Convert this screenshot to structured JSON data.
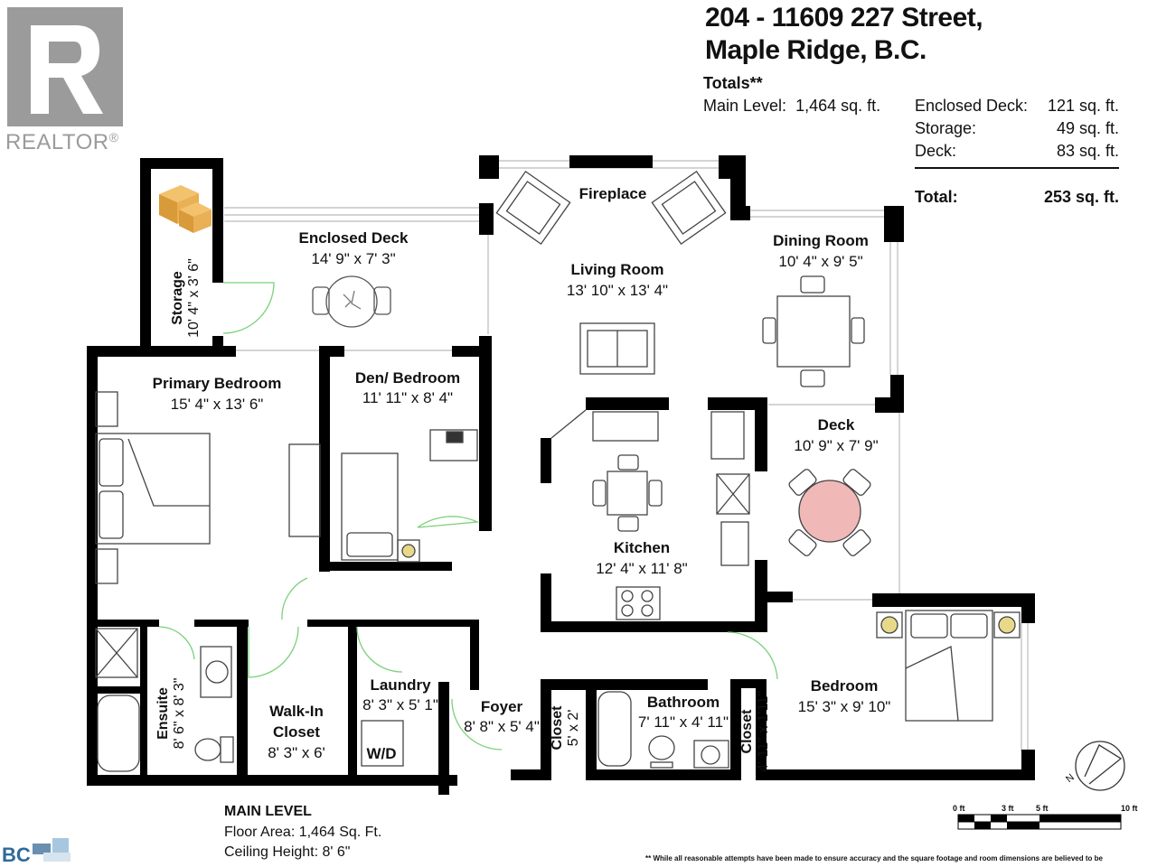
{
  "brand": {
    "realtor_logo_text": "REALTOR",
    "realtor_mark": "®",
    "bc_logo_text": "BC"
  },
  "header": {
    "address_line1": "204 - 11609 227 Street,",
    "address_line2": "Maple Ridge, B.C.",
    "totals_title": "Totals**",
    "main_level_label": "Main Level:",
    "main_level_value": "1,464 sq. ft."
  },
  "areas": [
    {
      "label": "Enclosed Deck:",
      "value": "121 sq. ft."
    },
    {
      "label": "Storage:",
      "value": "49 sq. ft."
    },
    {
      "label": "Deck:",
      "value": "83 sq. ft."
    }
  ],
  "areas_total": {
    "label": "Total:",
    "value": "253 sq. ft."
  },
  "rooms": {
    "storage": {
      "name": "Storage",
      "dim": "10' 4\" x 3' 6\""
    },
    "enclosed_deck": {
      "name": "Enclosed Deck",
      "dim": "14' 9\" x 7' 3\""
    },
    "fireplace": {
      "name": "Fireplace"
    },
    "living_room": {
      "name": "Living Room",
      "dim": "13' 10\" x 13' 4\""
    },
    "dining_room": {
      "name": "Dining Room",
      "dim": "10' 4\" x 9' 5\""
    },
    "primary_bedroom": {
      "name": "Primary Bedroom",
      "dim": "15' 4\" x 13' 6\""
    },
    "den": {
      "name": "Den/ Bedroom",
      "dim": "11' 11\" x 8' 4\""
    },
    "deck": {
      "name": "Deck",
      "dim": "10' 9\" x 7' 9\""
    },
    "kitchen": {
      "name": "Kitchen",
      "dim": "12' 4\" x 11' 8\""
    },
    "ensuite": {
      "name": "Ensuite",
      "dim": "8' 6\" x 8' 3\""
    },
    "walkin_closet": {
      "name": "Walk-In",
      "name2": "Closet",
      "dim": "8' 3\" x 6'"
    },
    "laundry": {
      "name": "Laundry",
      "dim": "8' 3\" x 5' 1\"",
      "wd": "W/D"
    },
    "foyer": {
      "name": "Foyer",
      "dim": "8' 8\" x 5' 4\""
    },
    "closet_foyer": {
      "name": "Closet",
      "dim": "5' x 2'"
    },
    "bathroom": {
      "name": "Bathroom",
      "dim": "7' 11\" x 4' 11\""
    },
    "closet_bath": {
      "name": "Closet",
      "dim": "4' 11\" x 1'11\""
    },
    "bedroom": {
      "name": "Bedroom",
      "dim": "15' 3\" x 9' 10\""
    }
  },
  "footer": {
    "title": "MAIN LEVEL",
    "floor_area": "Floor Area: 1,464 Sq. Ft.",
    "ceiling_height": "Ceiling Height: 8' 6\"",
    "disclaimer": "** While all reasonable attempts have been made to ensure accuracy and the square footage and room dimensions are believed to be"
  },
  "scale": {
    "labels": [
      "0 ft",
      "3 ft",
      "5 ft",
      "10 ft"
    ]
  },
  "compass": {
    "label": "N"
  }
}
